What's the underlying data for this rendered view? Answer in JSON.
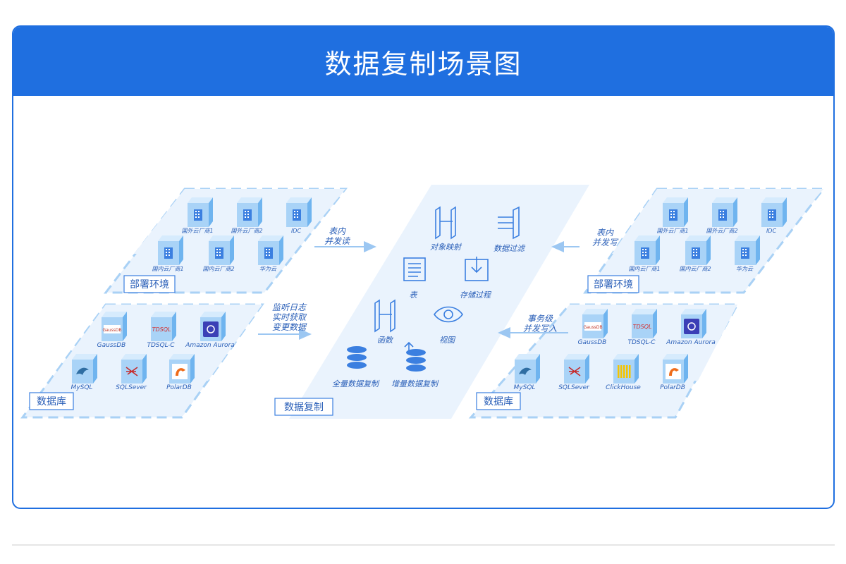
{
  "title": "数据复制场景图",
  "left": {
    "env_label": "部署环境",
    "env_items": [
      "国外云厂商1",
      "国外云厂商2",
      "IDC",
      "国内云厂商1",
      "国内云厂商2",
      "华为云"
    ],
    "db_label": "数据库",
    "db_items": [
      "GaussDB",
      "TDSQL-C",
      "Amazon Aurora",
      "MySQL",
      "SQLSever",
      "PolarDB"
    ]
  },
  "center": {
    "label": "数据复制",
    "features": [
      "对象映射",
      "数据过滤",
      "表",
      "存储过程",
      "函数",
      "视图",
      "全量数据复制",
      "增量数据复制"
    ]
  },
  "right": {
    "env_label": "部署环境",
    "env_items": [
      "国外云厂商1",
      "国外云厂商2",
      "IDC",
      "国内云厂商1",
      "国内云厂商2",
      "华为云"
    ],
    "db_label": "数据库",
    "db_items": [
      "GaussDB",
      "TDSQL-C",
      "Amazon Aurora",
      "MySQL",
      "SQLSever",
      "ClickHouse",
      "PolarDB"
    ]
  },
  "arrows": {
    "left_top": [
      "表内",
      "并发读"
    ],
    "left_bottom": [
      "监听日志",
      "实时获取",
      "变更数据"
    ],
    "right_top": [
      "表内",
      "并发写"
    ],
    "right_bottom": [
      "事务级",
      "并发写入"
    ]
  },
  "icon_text": {
    "gaussdb": "GaussDB",
    "tdsql": "TDSQL"
  },
  "colors": {
    "primary": "#1f6fe0",
    "panel": "#eaf3fd",
    "cube_front": "#a9d3f7",
    "cube_top": "#d6ebfd",
    "cube_side": "#6fb4ef",
    "label_text": "#2a5fb8"
  }
}
